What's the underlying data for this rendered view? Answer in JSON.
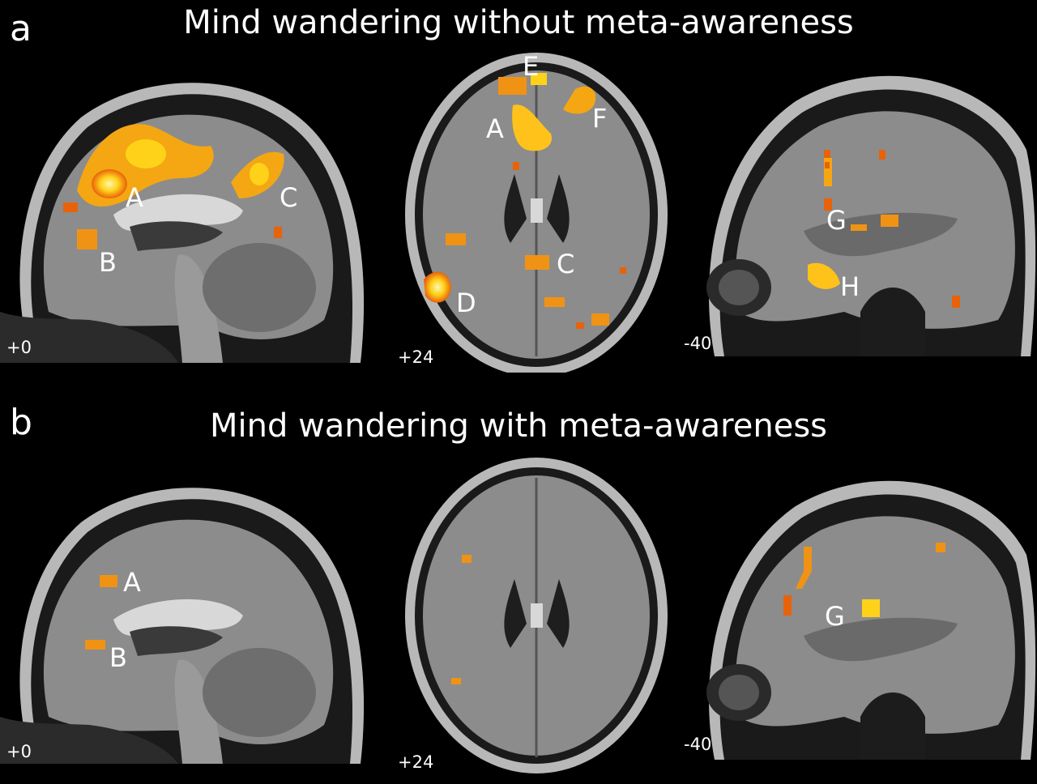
{
  "panels": [
    {
      "letter": "a",
      "title": "Mind wandering without meta-awareness",
      "views": [
        {
          "type": "sagittal",
          "coord": "+0",
          "labels": [
            "A",
            "B",
            "C"
          ]
        },
        {
          "type": "axial",
          "coord": "+24",
          "labels": [
            "E",
            "A",
            "F",
            "C",
            "D"
          ]
        },
        {
          "type": "sagittal-lateral",
          "coord": "-40",
          "labels": [
            "G",
            "H"
          ]
        }
      ]
    },
    {
      "letter": "b",
      "title": "Mind wandering with meta-awareness",
      "views": [
        {
          "type": "sagittal",
          "coord": "+0",
          "labels": [
            "A",
            "B"
          ]
        },
        {
          "type": "axial",
          "coord": "+24",
          "labels": []
        },
        {
          "type": "sagittal-lateral",
          "coord": "-40",
          "labels": [
            "G"
          ]
        }
      ]
    }
  ],
  "colors": {
    "activation_hot": "#ffd21a",
    "activation_core": "#fff6b0",
    "activation_edge": "#e8620a",
    "brain_gray": "#8a8a8a"
  }
}
